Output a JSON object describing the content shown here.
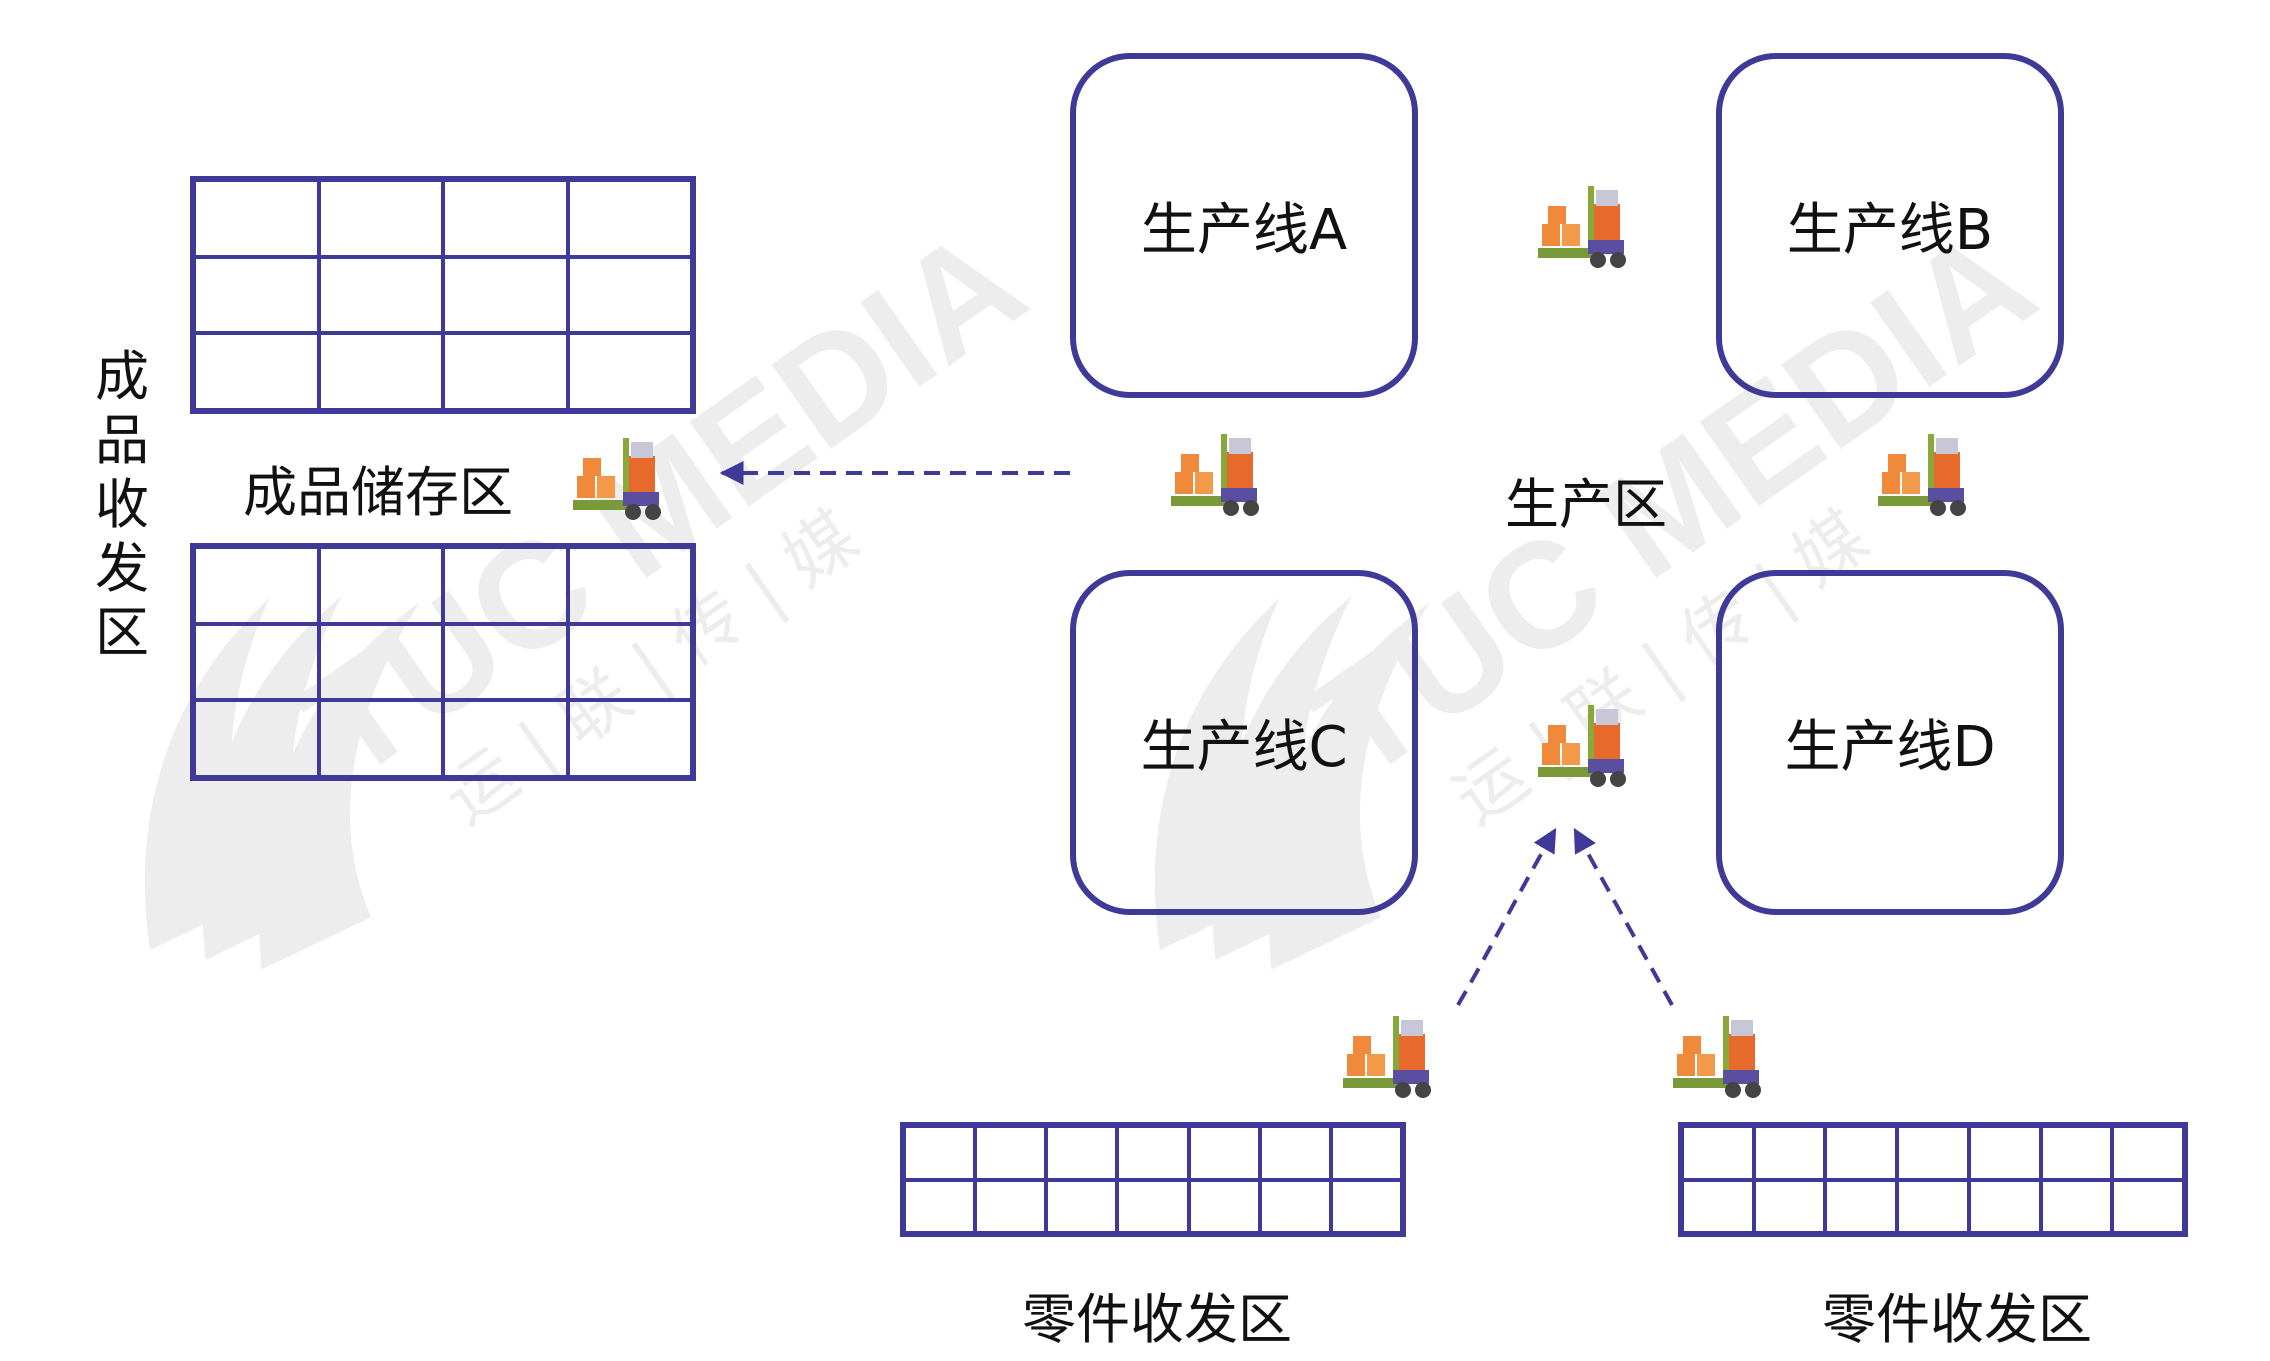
{
  "colors": {
    "accent": "#3f3a98",
    "watermark": "#e8e8e8"
  },
  "vertical_label": [
    "成",
    "品",
    "收",
    "发",
    "区"
  ],
  "storage_label": "成品储存区",
  "production_label": "生产区",
  "lines": {
    "a": "生产线A",
    "b": "生产线B",
    "c": "生产线C",
    "d": "生产线D"
  },
  "parts_left_label": "零件收发区",
  "parts_right_label": "零件收发区",
  "watermark": {
    "text": "TUC MEDIA",
    "sub": "运 | 联 | 传 | 媒"
  },
  "icons": [
    "forklift-icon",
    "arrow-icon"
  ]
}
